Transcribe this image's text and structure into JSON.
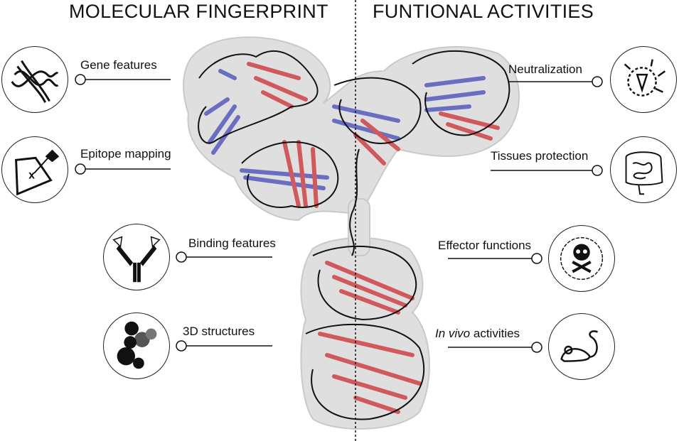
{
  "headers": {
    "left": "MOLECULAR FINGERPRINT",
    "right": "FUNTIONAL ACTIVITIES"
  },
  "left_items": [
    {
      "label": "Gene features",
      "icon": "dna-icon"
    },
    {
      "label": "Epitope mapping",
      "icon": "epitope-pin-icon"
    },
    {
      "label": "Binding features",
      "icon": "antibody-binding-icon"
    },
    {
      "label": "3D structures",
      "icon": "3d-structure-icon"
    }
  ],
  "right_items": [
    {
      "label": "Neutralization",
      "icon": "virus-neutralization-icon"
    },
    {
      "label": "Tissues protection",
      "icon": "intestine-icon"
    },
    {
      "label": "Effector functions",
      "icon": "skull-crossbones-icon"
    },
    {
      "label_italic": "In vivo",
      "label_rest": " activities",
      "icon": "mouse-icon"
    }
  ],
  "colors": {
    "heavy_chain": "#d0595d",
    "light_chain": "#6a6ec0",
    "surface": "#d8d8d8"
  }
}
